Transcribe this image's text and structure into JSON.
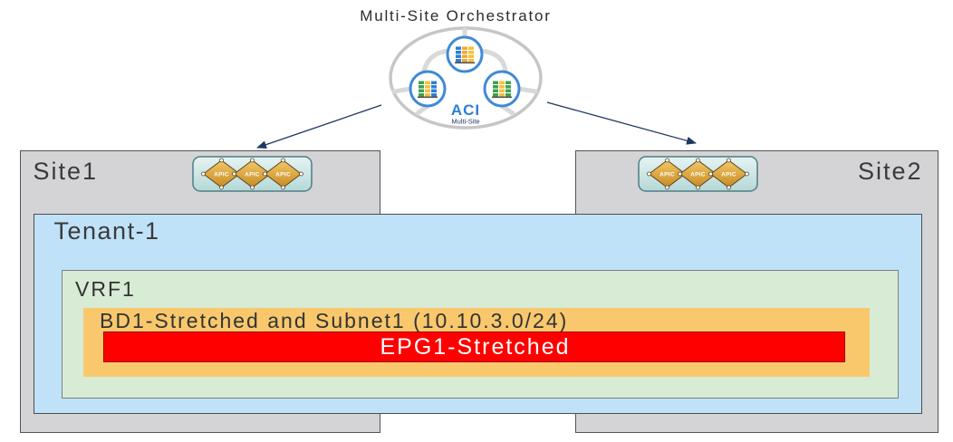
{
  "orchestrator": {
    "title": "Multi-Site Orchestrator",
    "logo_text": "ACI",
    "logo_subtext": "Multi-Site",
    "node_icon": "server-rack-icon"
  },
  "sites": [
    {
      "name": "Site1",
      "controllers": [
        "APIC",
        "APIC",
        "APIC"
      ]
    },
    {
      "name": "Site2",
      "controllers": [
        "APIC",
        "APIC",
        "APIC"
      ]
    }
  ],
  "tenant": {
    "name": "Tenant-1"
  },
  "vrf": {
    "name": "VRF1"
  },
  "bridge_domain": {
    "label": "BD1-Stretched and Subnet1 (10.10.3.0/24)"
  },
  "epg": {
    "label": "EPG1-Stretched"
  },
  "colors": {
    "site_fill": "#d4d4d6",
    "tenant_fill": "#bfe2f9",
    "vrf_fill": "#d7ebd5",
    "bd_fill": "#f9c86d",
    "epg_fill": "#ff0000",
    "aci_blue": "#2f7fd3",
    "arrow": "#1f3760"
  }
}
